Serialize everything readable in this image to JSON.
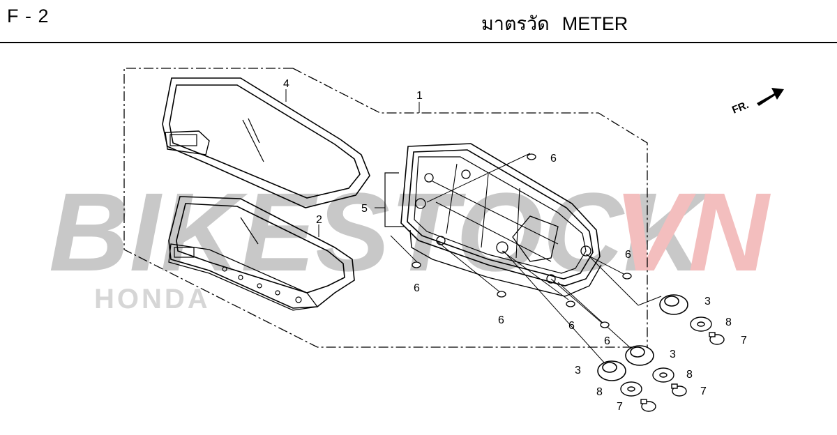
{
  "header": {
    "code": "F - 2",
    "title_th": "มาตรวัด",
    "title_en": "METER"
  },
  "watermark": {
    "text_left": "BIKESTOCK",
    "text_right": "VN",
    "color_left": "#bfbfbf",
    "color_right": "#f2b3b3",
    "logo_text": "HONDA"
  },
  "front_indicator": {
    "label": "FR."
  },
  "callouts": {
    "c1": "1",
    "c2": "2",
    "c3a": "3",
    "c3b": "3",
    "c3c": "3",
    "c4": "4",
    "c5": "5",
    "c6a": "6",
    "c6b": "6",
    "c6c": "6",
    "c6d": "6",
    "c6e": "6",
    "c6f": "6",
    "c7a": "7",
    "c7b": "7",
    "c7c": "7",
    "c8a": "8",
    "c8b": "8",
    "c8c": "8"
  }
}
